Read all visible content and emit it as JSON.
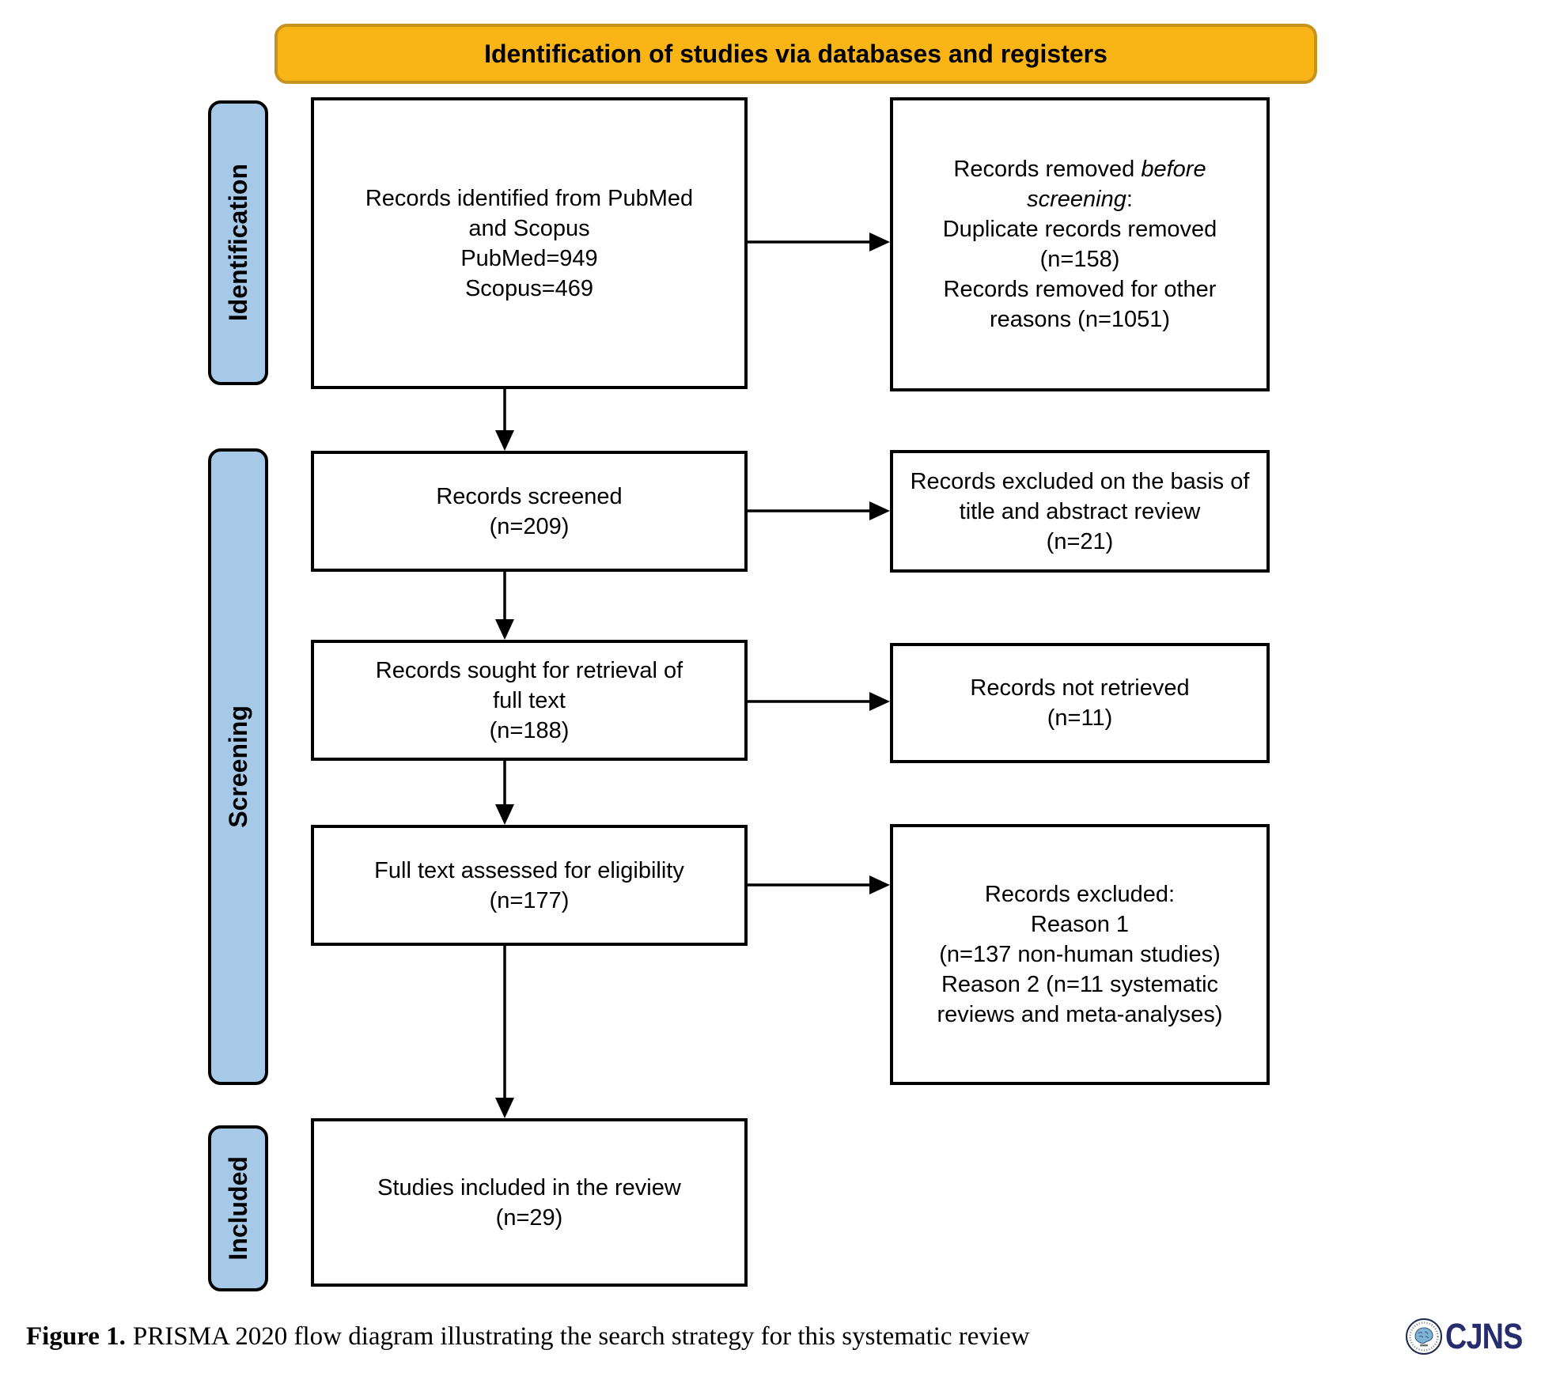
{
  "banner": {
    "title": "Identification of studies via databases and registers"
  },
  "stages": [
    {
      "label": "Identification"
    },
    {
      "label": "Screening"
    },
    {
      "label": "Included"
    }
  ],
  "left_boxes": [
    {
      "lines": [
        "Records identified from PubMed",
        "and Scopus",
        "PubMed=949",
        "Scopus=469"
      ]
    },
    {
      "lines": [
        "Records screened",
        "(n=209)"
      ]
    },
    {
      "lines": [
        "Records sought for retrieval of",
        "full text",
        "(n=188)"
      ]
    },
    {
      "lines": [
        "Full text assessed for eligibility",
        "(n=177)"
      ]
    },
    {
      "lines": [
        "Studies included in the review",
        "(n=29)"
      ]
    }
  ],
  "right_boxes": [
    {
      "line1_normal": "Records removed ",
      "line1_italic": "before",
      "line2_italic": "screening",
      "line2_normal": ":",
      "lines": [
        "Duplicate records removed",
        "(n=158)",
        "Records removed for other",
        "reasons (n=1051)"
      ]
    },
    {
      "lines": [
        "Records excluded on the basis of",
        "title and abstract review",
        "(n=21)"
      ]
    },
    {
      "lines": [
        "Records not retrieved",
        "(n=11)"
      ]
    },
    {
      "lines": [
        "Records excluded:",
        "Reason 1",
        "(n=137 non-human studies)",
        "Reason 2 (n=11 systematic",
        "reviews and meta-analyses)"
      ]
    }
  ],
  "caption": {
    "label": "Figure 1.",
    "text": "PRISMA 2020 flow diagram illustrating the search strategy for this systematic review"
  },
  "logo": {
    "text": "CJNS"
  },
  "colors": {
    "banner_fill": "#F8B515",
    "banner_border": "#C6931F",
    "stage_fill": "#A6C9E8",
    "stage_border": "#000000",
    "box_border": "#000000",
    "logo_navy": "#272C6E",
    "brain_blue": "#7FB3D6"
  }
}
